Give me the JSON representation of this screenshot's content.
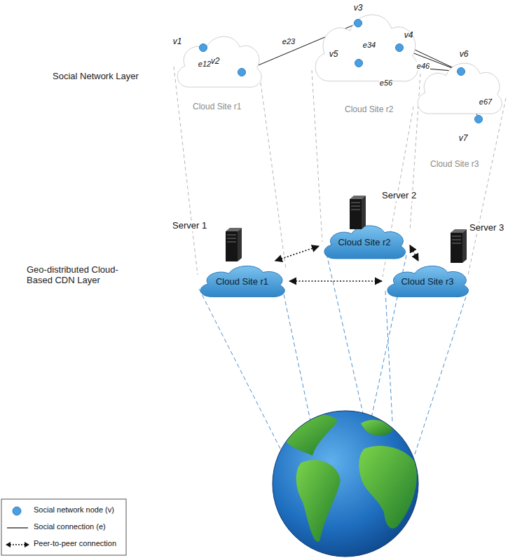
{
  "diagram": {
    "nodes": [
      {
        "text": [
          "Cloud Site r1"
        ]
      },
      {
        "text": [
          "v1"
        ],
        "in": 0
      },
      {
        "text": [
          "v2"
        ],
        "in": 0
      },
      {
        "text": [
          "Cloud Site r2"
        ]
      },
      {
        "text": [
          "v3"
        ],
        "in": 3
      },
      {
        "text": [
          "v4"
        ],
        "in": 3
      },
      {
        "text": [
          "v5"
        ],
        "in": 3
      },
      {
        "text": [
          "Cloud Site r3"
        ]
      },
      {
        "text": [
          "v6"
        ],
        "in": 7
      },
      {
        "text": [
          "v7"
        ],
        "in": 7
      },
      {
        "text": [
          "Server 2",
          "Cloud Site r2"
        ]
      },
      {
        "text": [
          "Server 1",
          "Cloud Site r1"
        ]
      },
      {
        "text": [
          "Server 3",
          "Cloud Site r3"
        ]
      }
    ],
    "edges": [
      {
        "from": 1,
        "to": 2,
        "arrow": "none",
        "label": "e12"
      },
      {
        "from": 2,
        "to": 4,
        "arrow": "none",
        "label": "e23"
      },
      {
        "from": 4,
        "to": 5,
        "arrow": "none",
        "label": "e34"
      },
      {
        "from": 5,
        "to": 8,
        "arrow": "none",
        "label": "e46"
      },
      {
        "from": 6,
        "to": 8,
        "arrow": "none",
        "label": "e56"
      },
      {
        "from": 8,
        "to": 9,
        "arrow": "none",
        "label": "e67"
      },
      {
        "from": 4,
        "to": 8,
        "arrow": "none"
      },
      {
        "from": 11,
        "to": 10,
        "arrow": "both"
      },
      {
        "from": 11,
        "to": 12,
        "arrow": "both"
      },
      {
        "from": 10,
        "to": 12,
        "arrow": "both"
      }
    ],
    "labels": [
      "Social Network Layer",
      "Geo-distributed Cloud- Based CDN Layer"
    ],
    "legend": [
      {
        "text": "Social network node (v)"
      },
      {
        "text": "Social connection (e)"
      },
      {
        "text": "Peer-to-peer connection"
      }
    ]
  }
}
